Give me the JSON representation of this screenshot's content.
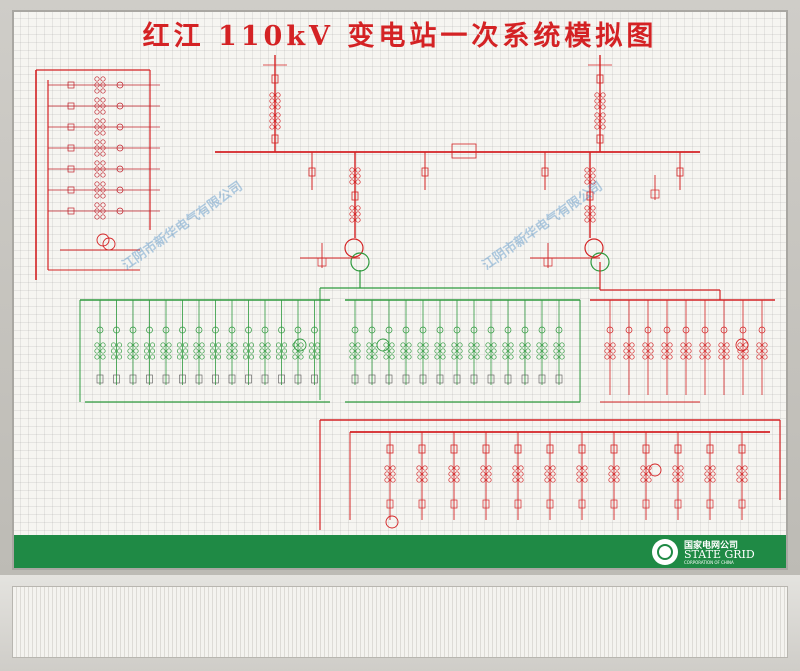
{
  "title": "红江 110kV 变电站一次系统模拟图",
  "logo": {
    "name_cn": "国家电网公司",
    "name_en": "STATE GRID",
    "tagline": "CORPORATION OF CHINA",
    "brand_color": "#1f8a45"
  },
  "watermarks": [
    "江阴市新华电气有限公司",
    "江阴市新华电气有限公司"
  ],
  "colors": {
    "high_voltage": "#d42224",
    "medium_voltage": "#2e9a3e",
    "low_voltage": "#c0202a",
    "panel": "#f6f5f1"
  }
}
